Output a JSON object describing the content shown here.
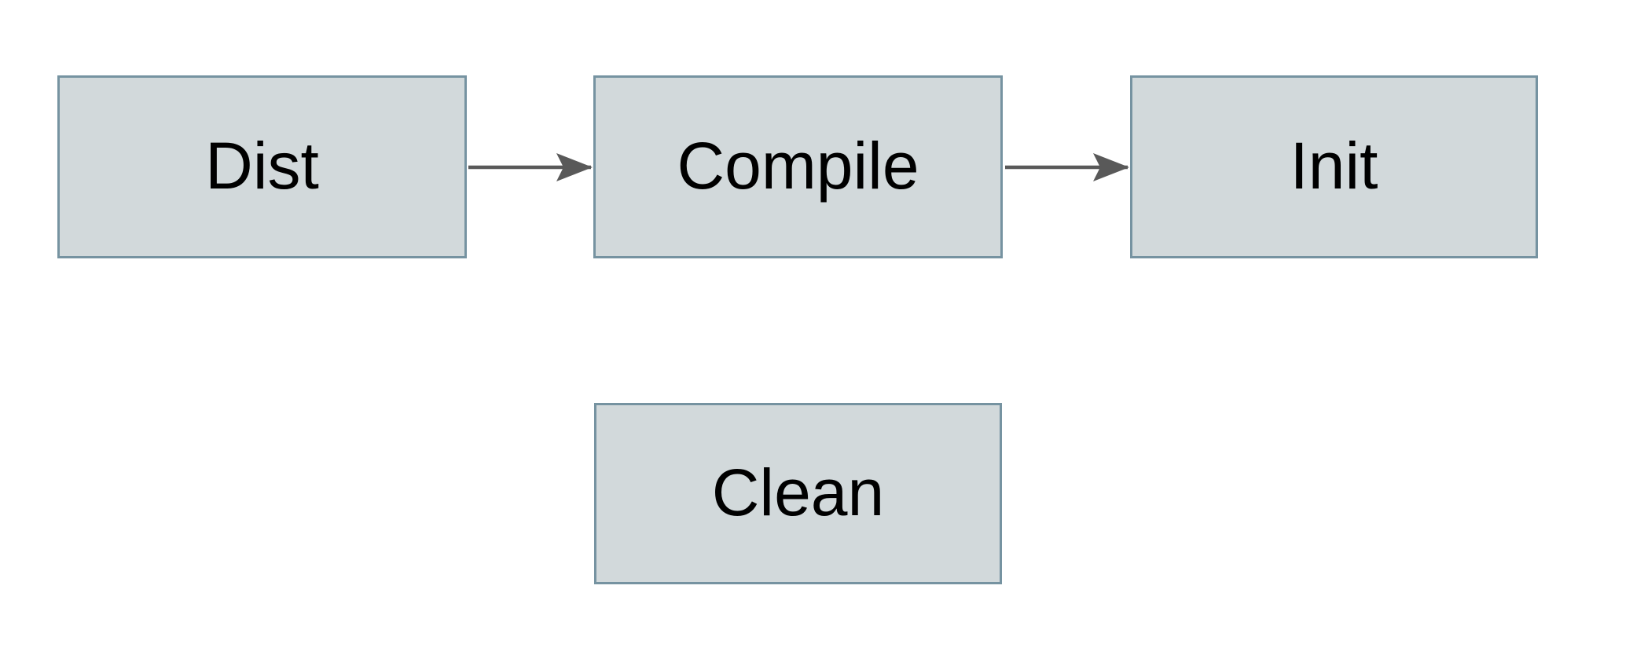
{
  "diagram": {
    "background_color": "#ffffff",
    "node_fill_color": "#d2d9db",
    "node_border_color": "#7693a1",
    "arrow_color": "#595959",
    "text_color": "#000000",
    "nodes": [
      {
        "id": "dist",
        "label": "Dist"
      },
      {
        "id": "compile",
        "label": "Compile"
      },
      {
        "id": "init",
        "label": "Init"
      },
      {
        "id": "clean",
        "label": "Clean"
      }
    ],
    "edges": [
      {
        "from": "Dist",
        "to": "Compile",
        "direction": "right"
      },
      {
        "from": "Compile",
        "to": "Init",
        "direction": "right"
      }
    ]
  }
}
